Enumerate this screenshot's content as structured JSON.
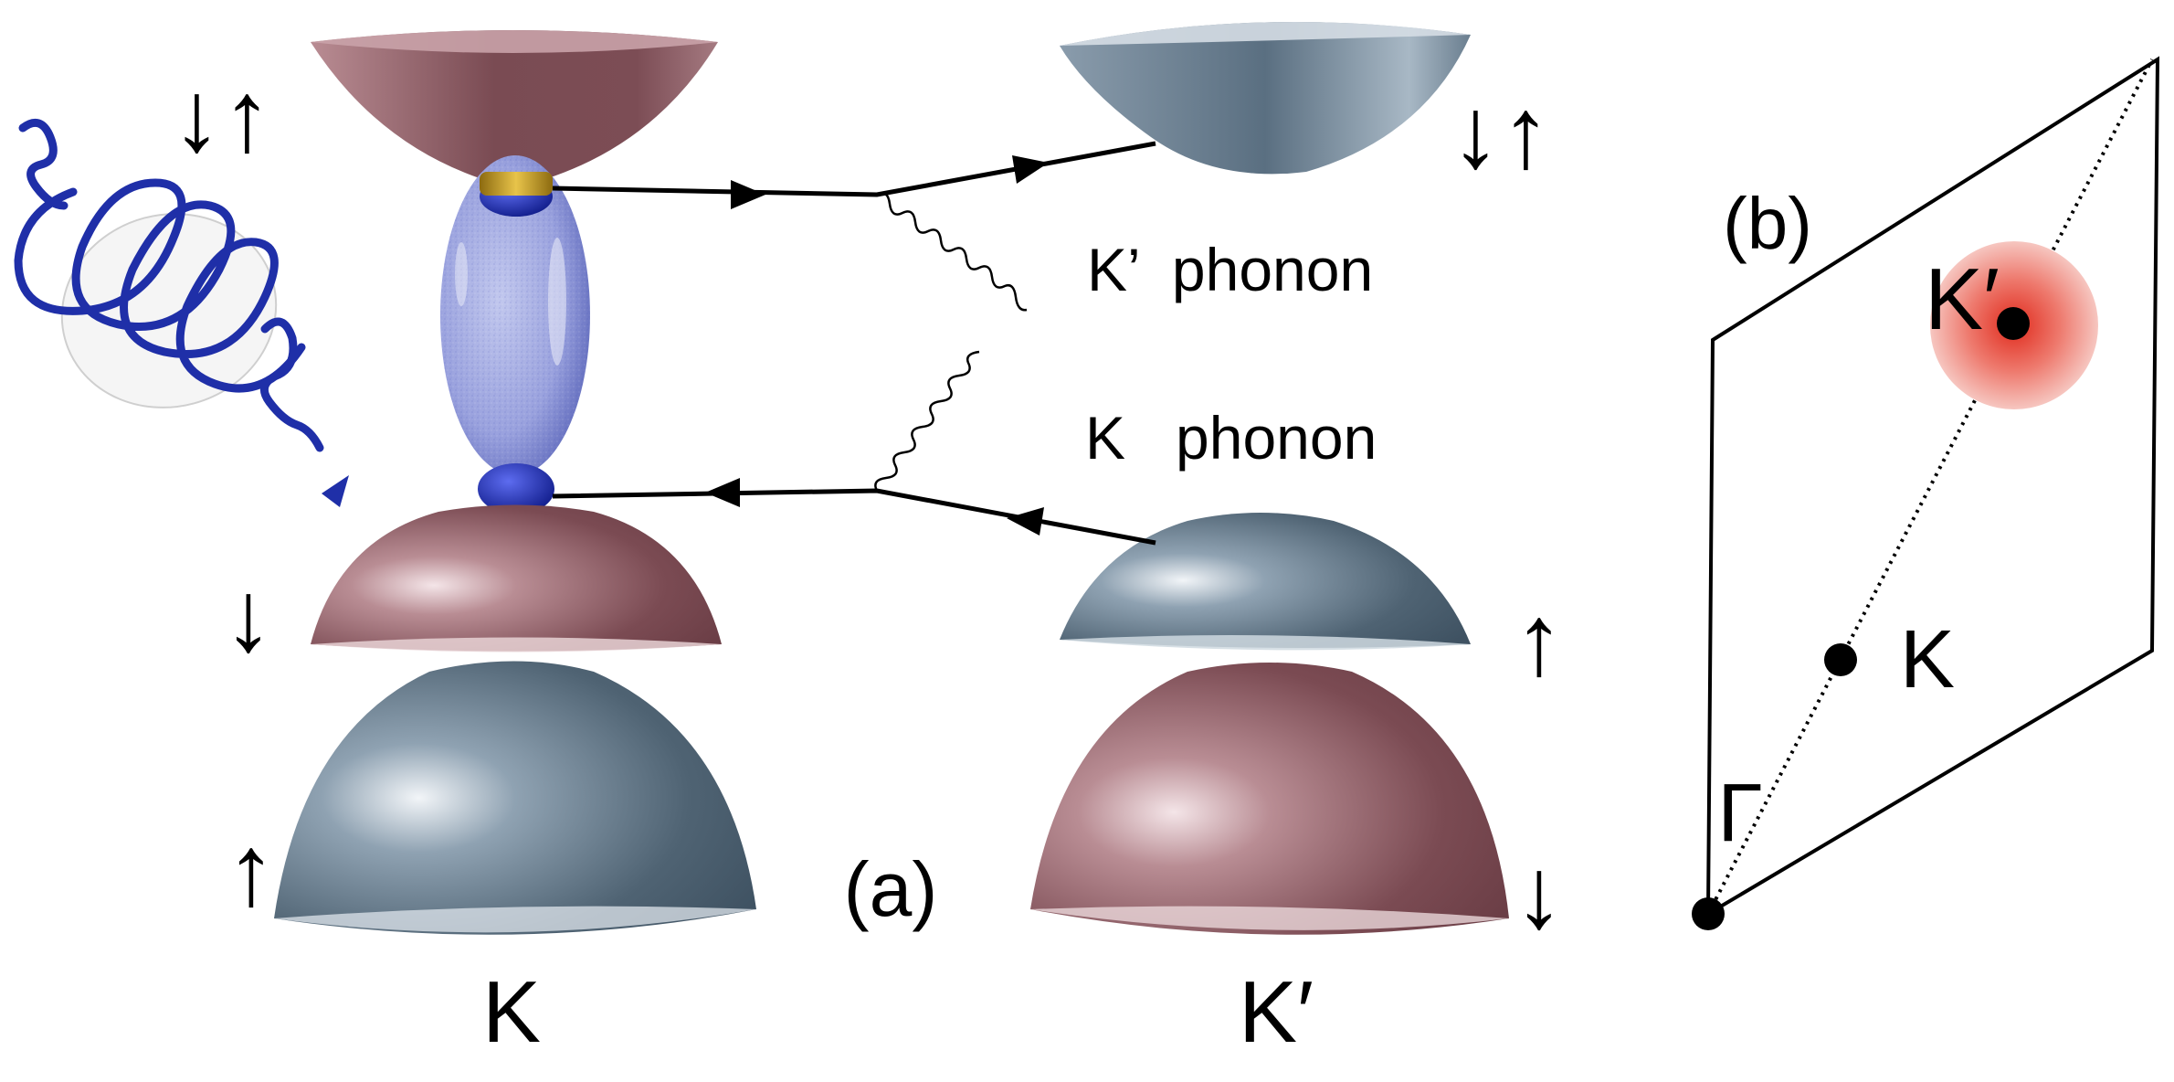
{
  "panel_a": {
    "tag": "(a)",
    "valley_left": "K",
    "valley_right": "K′",
    "phonon_kprime": "K’  phonon",
    "phonon_k": "K   phonon",
    "spin_both": "↓↑",
    "spin_down": "↓",
    "spin_up": "↑"
  },
  "panel_b": {
    "tag": "(b)",
    "point_gamma": "Γ",
    "point_k": "K",
    "point_kprime": "K′"
  },
  "colors": {
    "mauve_band": "#8a5a62",
    "slate_band": "#5d7385",
    "exciton": "#8f97d6",
    "photon": "#1f2fa8",
    "hotspot": "#e53b2c"
  }
}
